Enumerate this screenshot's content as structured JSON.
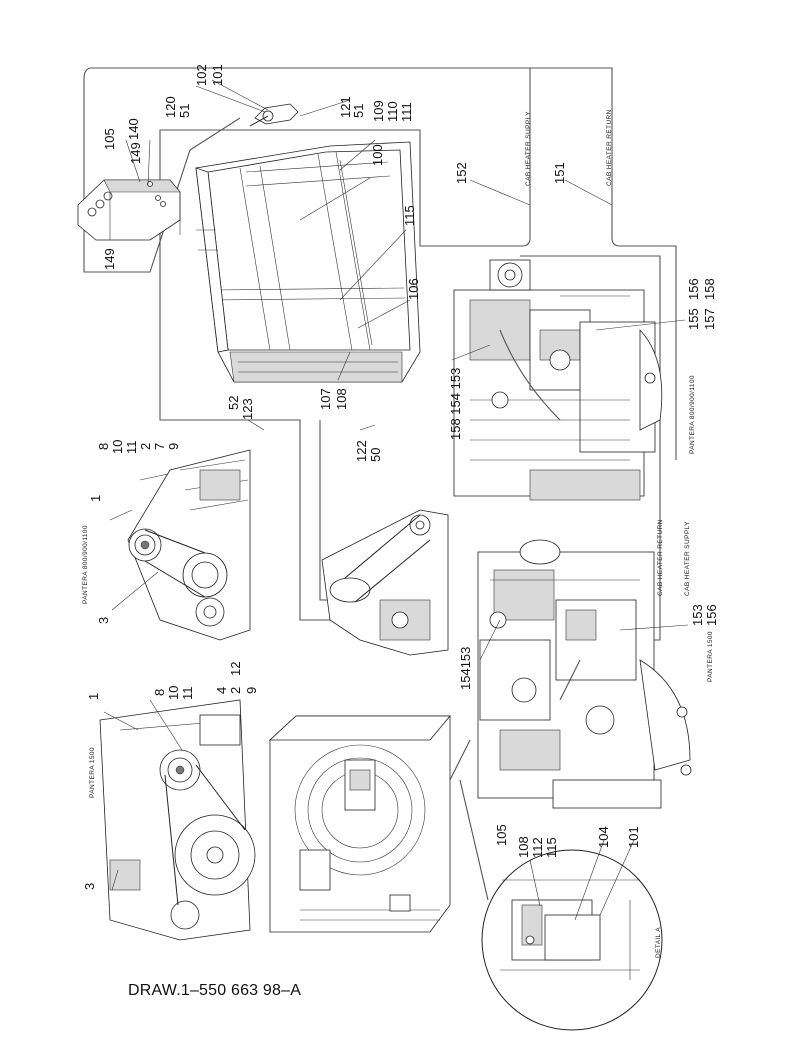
{
  "drawing_number": "DRAW.1–550 663 98–A",
  "detail_label": "DETAIL A",
  "hose_labels": {
    "supply_top": "CAB HEATER SUPPLY",
    "return_top": "CAB HEATER RETURN",
    "return_mid": "CAB HEATER RETURN",
    "supply_mid": "CAB HEATER SUPPLY"
  },
  "model_labels": {
    "p800_top_right": "PANTERA 800/900/1100",
    "p800_left": "PANTERA 800/900/1100",
    "p1500_right": "PANTERA 1500",
    "p1500_left": "PANTERA 1500"
  },
  "callouts": {
    "c101a": "101",
    "c102": "102",
    "c120": "120",
    "c51a": "51",
    "c140": "140",
    "c149a": "149",
    "c105a": "105",
    "c149b": "149",
    "c121": "121",
    "c51b": "51",
    "c109": "109",
    "c110": "110",
    "c111": "111",
    "c100": "100",
    "c115a": "115",
    "c106": "106",
    "c107": "107",
    "c108a": "108",
    "c152": "152",
    "c151": "151",
    "c156a": "156",
    "c158a": "158",
    "c155": "155",
    "c157": "157",
    "c158154153": "158 154 153",
    "c52": "52",
    "c123": "123",
    "c122": "122",
    "c50": "50",
    "c8a": "8",
    "c10a": "10",
    "c11a": "11",
    "c2a": "2",
    "c7": "7",
    "c9a": "9",
    "c1a": "1",
    "c3a": "3",
    "c1b": "1",
    "c8b": "8",
    "c10b": "10",
    "c11b": "11",
    "c4": "4",
    "c12": "12",
    "c2b": "2",
    "c9b": "9",
    "c3b": "3",
    "c154153": "154153",
    "c153": "153",
    "c156b": "156",
    "c105b": "105",
    "c108b": "108",
    "c112": "112",
    "c115b": "115",
    "c104": "104",
    "c101b": "101"
  }
}
